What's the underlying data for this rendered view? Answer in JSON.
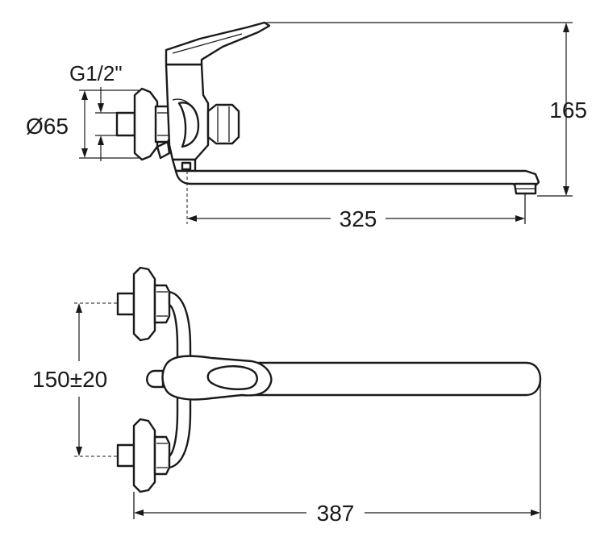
{
  "dimensions": {
    "thread": "G1/2\"",
    "flange_diameter": "Ø65",
    "height": "165",
    "spout_reach": "325",
    "centre_distance": "150±20",
    "overall_length": "387"
  }
}
